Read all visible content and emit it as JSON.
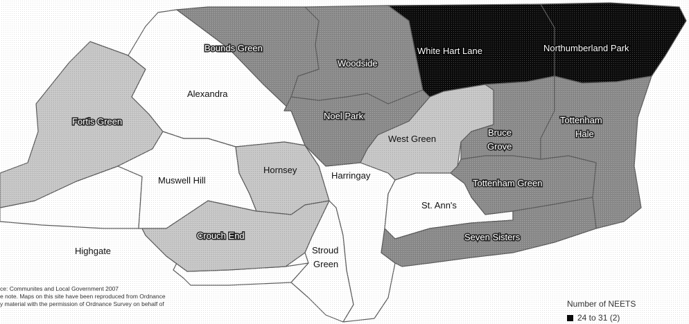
{
  "map": {
    "wards": [
      {
        "id": "bounds-green",
        "name": "Bounds Green",
        "shade": "mid"
      },
      {
        "id": "woodside",
        "name": "Woodside",
        "shade": "mid"
      },
      {
        "id": "white-hart-lane",
        "name": "White Hart Lane",
        "shade": "dark"
      },
      {
        "id": "northumberland-park",
        "name": "Northumberland Park",
        "shade": "dark"
      },
      {
        "id": "alexandra",
        "name": "Alexandra",
        "shade": "none"
      },
      {
        "id": "fortis-green",
        "name": "Fortis Green",
        "shade": "light"
      },
      {
        "id": "noel-park",
        "name": "Noel Park",
        "shade": "mid"
      },
      {
        "id": "west-green",
        "name": "West Green",
        "shade": "light"
      },
      {
        "id": "bruce-grove",
        "name": "Bruce Grove",
        "shade": "mid"
      },
      {
        "id": "tottenham-hale",
        "name": "Tottenham Hale",
        "shade": "mid"
      },
      {
        "id": "muswell-hill",
        "name": "Muswell Hill",
        "shade": "none"
      },
      {
        "id": "hornsey",
        "name": "Hornsey",
        "shade": "light"
      },
      {
        "id": "harringay",
        "name": "Harringay",
        "shade": "none"
      },
      {
        "id": "tottenham-green",
        "name": "Tottenham Green",
        "shade": "mid"
      },
      {
        "id": "st-anns",
        "name": "St. Ann's",
        "shade": "none"
      },
      {
        "id": "crouch-end",
        "name": "Crouch End",
        "shade": "light"
      },
      {
        "id": "highgate",
        "name": "Highgate",
        "shade": "none"
      },
      {
        "id": "stroud-green",
        "name": "Stroud Green",
        "shade": "none"
      },
      {
        "id": "seven-sisters",
        "name": "Seven Sisters",
        "shade": "mid"
      }
    ],
    "colors": {
      "dark": "#0a0a0a",
      "mid": "#8a8a8a",
      "light": "#c6c6c6",
      "none": "#ffffff",
      "border": "#5a5a5a"
    }
  },
  "source": {
    "line1": "ce: Communites and Local Government 2007",
    "line2": "e note. Maps on this site have been reproduced from Ordnance",
    "line3": "y material with the permission of Ordnance Survey on behalf of"
  },
  "legend": {
    "title": "Number of NEETS",
    "items": [
      {
        "label": "24 to 31  (2)",
        "color": "#0a0a0a"
      }
    ]
  }
}
